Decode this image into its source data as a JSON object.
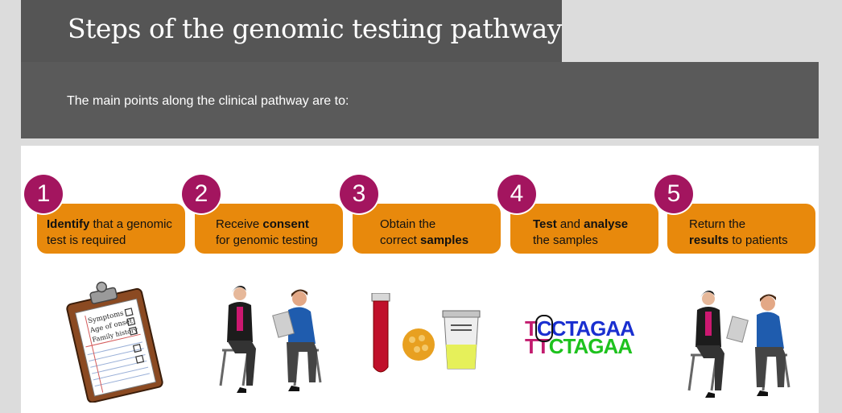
{
  "header": {
    "title": "Steps of the genomic testing pathway",
    "intro": "The main points along the clinical pathway are to:"
  },
  "steps": [
    {
      "number": "1",
      "line1_bold": "Identify",
      "line1_rest": " that a genomic",
      "line2": "test is required"
    },
    {
      "number": "2",
      "line1_plain": "Receive ",
      "line1_bold": "consent",
      "line2": "for genomic testing"
    },
    {
      "number": "3",
      "line1_plain": "Obtain the",
      "line2_plain": "correct ",
      "line2_bold": "samples"
    },
    {
      "number": "4",
      "line1_bold": "Test",
      "line1_mid": " and ",
      "line1_bold2": "analyse",
      "line2": "the samples"
    },
    {
      "number": "5",
      "line1_plain": "Return the",
      "line2_bold": "results",
      "line2_rest": " to patients"
    }
  ],
  "clipboard": {
    "line1": "Symptoms",
    "line2": "Age of onset",
    "line3": "Family history"
  },
  "dna": {
    "row1_prefix": "T",
    "row1_boxed": "C",
    "row1_suffix": "CTAGAA",
    "row2_prefix": "T",
    "row2_boxed": "T",
    "row2_suffix": "CTAGAA"
  },
  "colors": {
    "title_bg": "#555555",
    "intro_bg": "#5a5a5a",
    "step_box": "#e8890c",
    "step_number": "#a3155f"
  },
  "icons": [
    "clipboard-icon",
    "patient-consultation-icon",
    "blood-sample-icon",
    "dna-sequence-icon",
    "patient-consultation-icon"
  ]
}
